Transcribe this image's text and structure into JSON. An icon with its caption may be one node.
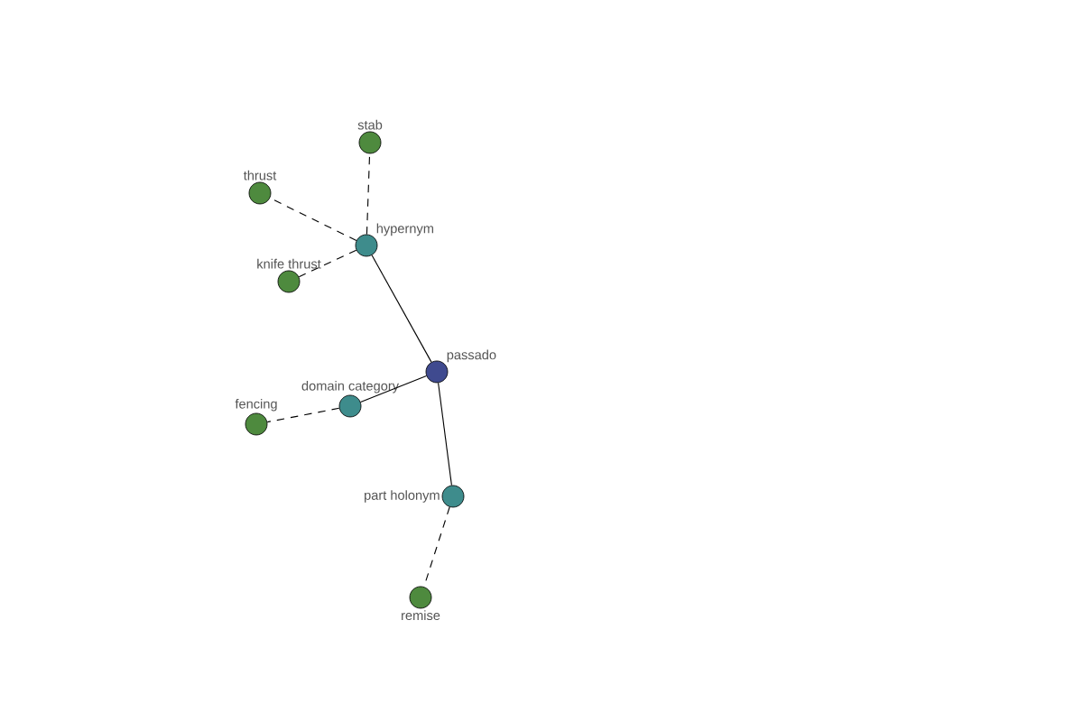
{
  "diagram": {
    "nodes": [
      {
        "text": [
          "stab"
        ]
      },
      {
        "text": [
          "thrust"
        ]
      },
      {
        "text": [
          "hypernym"
        ]
      },
      {
        "text": [
          "knife thrust"
        ]
      },
      {
        "text": [
          "passado"
        ]
      },
      {
        "text": [
          "domain category"
        ]
      },
      {
        "text": [
          "fencing"
        ]
      },
      {
        "text": [
          "part holonym"
        ]
      },
      {
        "text": [
          "remise"
        ]
      }
    ],
    "edges": [
      {
        "from": 4,
        "to": 2,
        "arrow": "none"
      },
      {
        "from": 4,
        "to": 5,
        "arrow": "none"
      },
      {
        "from": 4,
        "to": 7,
        "arrow": "none"
      },
      {
        "from": 2,
        "to": 0,
        "arrow": "none",
        "style": "dashed"
      },
      {
        "from": 2,
        "to": 1,
        "arrow": "none",
        "style": "dashed"
      },
      {
        "from": 2,
        "to": 3,
        "arrow": "none",
        "style": "dashed"
      },
      {
        "from": 5,
        "to": 6,
        "arrow": "none",
        "style": "dashed"
      },
      {
        "from": 7,
        "to": 8,
        "arrow": "none",
        "style": "dashed"
      }
    ]
  }
}
